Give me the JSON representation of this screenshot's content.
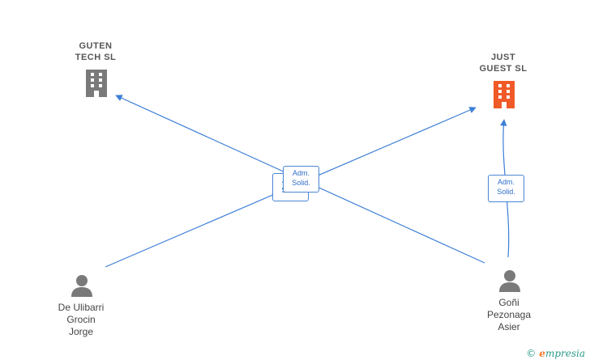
{
  "nodes": {
    "company_guten": {
      "name_lines": [
        "GUTEN",
        "TECH  SL"
      ],
      "color": "#7a7a7a"
    },
    "company_just": {
      "name_lines": [
        "JUST",
        "GUEST  SL"
      ],
      "color": "#f05a28"
    },
    "person_ulibarri": {
      "name_lines": [
        "De Ulibarri",
        "Grocin",
        "Jorge"
      ],
      "color": "#7a7a7a"
    },
    "person_goni": {
      "name_lines": [
        "Goñi",
        "Pezonaga",
        "Asier"
      ],
      "color": "#7a7a7a"
    }
  },
  "edge_labels": {
    "center_back": [
      "Adm.",
      "Solid."
    ],
    "center_front": [
      "Adm.",
      "Solid."
    ],
    "right": [
      "Adm.",
      "Solid."
    ]
  },
  "edge_color": "#3d7fd6",
  "watermark": {
    "symbol": "©",
    "brand_initial": "e",
    "brand_rest": "mpresia"
  }
}
